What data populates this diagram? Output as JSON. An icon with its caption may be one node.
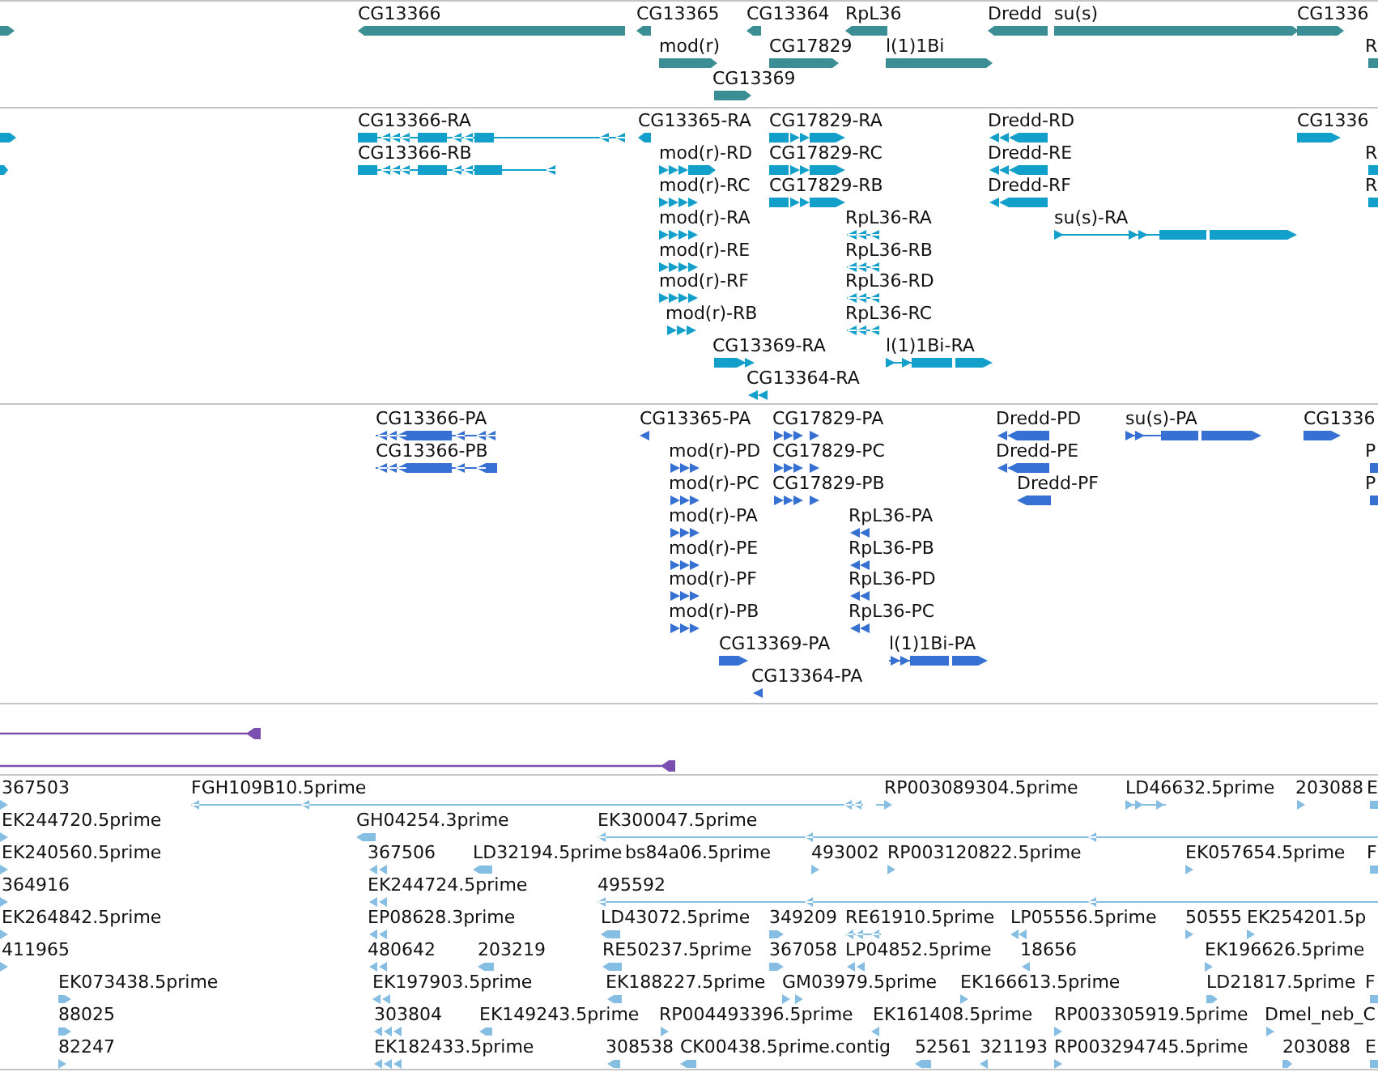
{
  "diagram": {
    "labels": [
      "CG13366",
      "CG13365",
      "CG13364",
      "RpL36",
      "Dredd",
      "su(s)",
      "CG1336",
      "mod(r)",
      "CG17829",
      "l(1)1Bi",
      "R",
      "CG13369",
      "CG13366-RA",
      "CG13365-RA",
      "CG17829-RA",
      "Dredd-RD",
      "CG1336",
      "CG13366-RB",
      "mod(r)-RD",
      "CG17829-RC",
      "Dredd-RE",
      "R",
      "mod(r)-RC",
      "CG17829-RB",
      "Dredd-RF",
      "R",
      "mod(r)-RA",
      "RpL36-RA",
      "su(s)-RA",
      "mod(r)-RE",
      "RpL36-RB",
      "mod(r)-RF",
      "RpL36-RD",
      "mod(r)-RB",
      "RpL36-RC",
      "CG13369-RA",
      "l(1)1Bi-RA",
      "CG13364-RA",
      "CG13366-PA",
      "CG13365-PA",
      "CG17829-PA",
      "Dredd-PD",
      "su(s)-PA",
      "CG1336",
      "CG13366-PB",
      "mod(r)-PD",
      "CG17829-PC",
      "Dredd-PE",
      "P",
      "mod(r)-PC",
      "CG17829-PB",
      "Dredd-PF",
      "P",
      "mod(r)-PA",
      "RpL36-PA",
      "mod(r)-PE",
      "RpL36-PB",
      "mod(r)-PF",
      "RpL36-PD",
      "mod(r)-PB",
      "RpL36-PC",
      "CG13369-PA",
      "l(1)1Bi-PA",
      "CG13364-PA",
      "367503",
      "FGH109B10.5prime",
      "RP003089304.5prime",
      "LD46632.5prime",
      "203088",
      "E",
      "EK244720.5prime",
      "GH04254.3prime",
      "EK300047.5prime",
      "EK240560.5prime",
      "367506",
      "LD32194.5prime",
      "bs84a06.5prime",
      "493002",
      "RP003120822.5prime",
      "EK057654.5prime",
      "F",
      "364916",
      "EK244724.5prime",
      "495592",
      "EK264842.5prime",
      "EP08628.3prime",
      "LD43072.5prime",
      "349209",
      "RE61910.5prime",
      "LP05556.5prime",
      "50555",
      "EK254201.5p",
      "411965",
      "480642",
      "203219",
      "RE50237.5prime",
      "367058",
      "LP04852.5prime",
      "18656",
      "EK196626.5prime",
      "EK073438.5prime",
      "EK197903.5prime",
      "EK188227.5prime",
      "GM03979.5prime",
      "EK166613.5prime",
      "LD21817.5prime",
      "F",
      "88025",
      "303804",
      "EK149243.5prime",
      "RP004493396.5prime",
      "EK161408.5prime",
      "RP003305919.5prime",
      "Dmel_neb_C",
      "82247",
      "EK182433.5prime",
      "308538",
      "CK00438.5prime.contig",
      "52561",
      "321193",
      "RP003294745.5prime",
      "203088",
      "E"
    ]
  }
}
